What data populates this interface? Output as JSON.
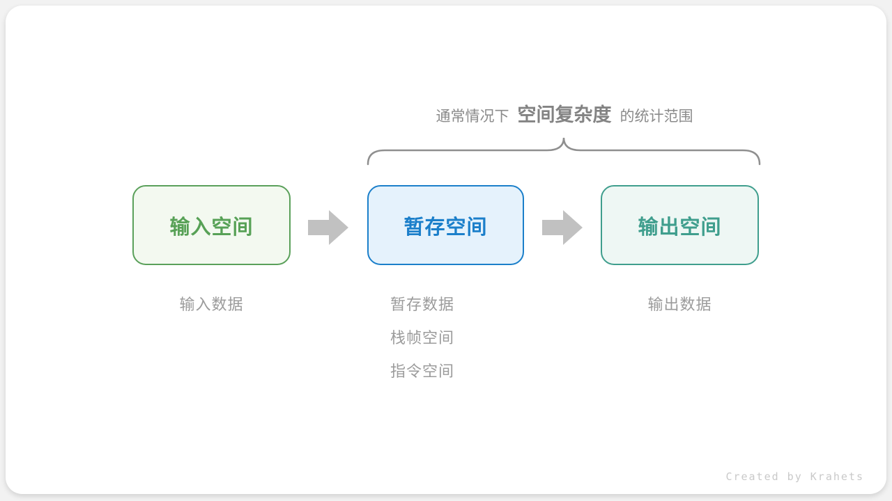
{
  "header": {
    "prefix": "通常情况下",
    "emphasis": "空间复杂度",
    "suffix": "的统计范围"
  },
  "flow": {
    "boxes": [
      {
        "id": "input-space",
        "label": "输入空间",
        "border_color": "#5aa05a",
        "fill_color": "#f3f9f0",
        "text_color": "#57a156"
      },
      {
        "id": "temp-space",
        "label": "暂存空间",
        "border_color": "#1b7fca",
        "fill_color": "#e5f2fc",
        "text_color": "#1b7fca"
      },
      {
        "id": "output-space",
        "label": "输出空间",
        "border_color": "#3f9e8d",
        "fill_color": "#eef7f4",
        "text_color": "#3f9e8d"
      }
    ],
    "arrow_color": "#c1c1c1",
    "brace_color": "#8f8f8f"
  },
  "notes": {
    "input": [
      "输入数据"
    ],
    "temp": [
      "暂存数据",
      "栈帧空间",
      "指令空间"
    ],
    "output": [
      "输出数据"
    ]
  },
  "credit": "Created by Krahets"
}
